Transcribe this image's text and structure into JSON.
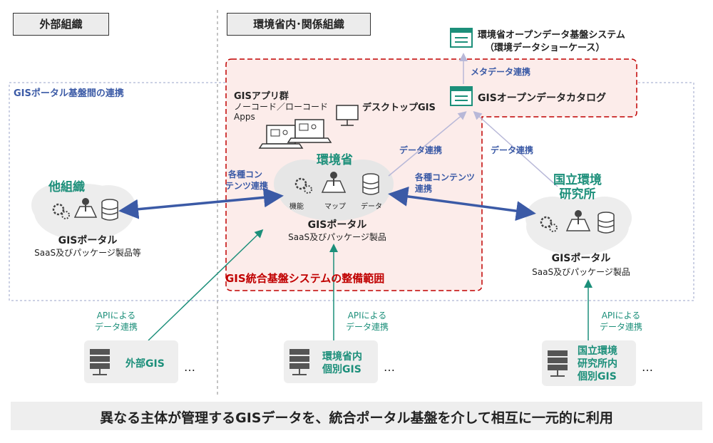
{
  "headers": {
    "external": "外部組織",
    "internal": "環境省内･関係組織"
  },
  "portal_coop": "GISポータル基盤間の連携",
  "top_system": {
    "line1": "環境省オープンデータ基盤システム",
    "line2": "（環境データショーケース）"
  },
  "meta_link": "メタデータ連携",
  "catalog": "GISオープンデータカタログ",
  "apps": {
    "title": "GISアプリ群",
    "sub1": "ノーコード／ローコード",
    "sub2": "Apps",
    "desktop": "デスクトップGIS"
  },
  "moe": {
    "name": "環境省",
    "icons": [
      "機能",
      "マップ",
      "データ"
    ],
    "portal": "GISポータル",
    "product": "SaaS及びパッケージ製品"
  },
  "other_org": {
    "name": "他組織",
    "portal": "GISポータル",
    "product": "SaaS及びパッケージ製品等"
  },
  "nies": {
    "name1": "国立環境",
    "name2": "研究所",
    "portal": "GISポータル",
    "product": "SaaS及びパッケージ製品"
  },
  "links": {
    "left_l1": "各種コン",
    "left_l2": "テンツ連携",
    "right_l1": "各種コンテンツ",
    "right_l2": "連携",
    "data1": "データ連携",
    "data2": "データ連携"
  },
  "scope": "GIS統合基盤システムの整備範囲",
  "api": {
    "l1": "APIによる",
    "l2": "データ連携"
  },
  "servers": {
    "external": "外部GIS",
    "moe_l1": "環境省内",
    "moe_l2": "個別GIS",
    "nies_l1": "国立環境",
    "nies_l2": "研究所内",
    "nies_l3": "個別GIS",
    "ellipsis": "…"
  },
  "footer": "異なる主体が管理するGISデータを、統合ポータル基盤を介して相互に一元的に利用",
  "colors": {
    "teal": "#1c8f7a",
    "blue": "#3b5aa6",
    "red": "#c00000"
  }
}
